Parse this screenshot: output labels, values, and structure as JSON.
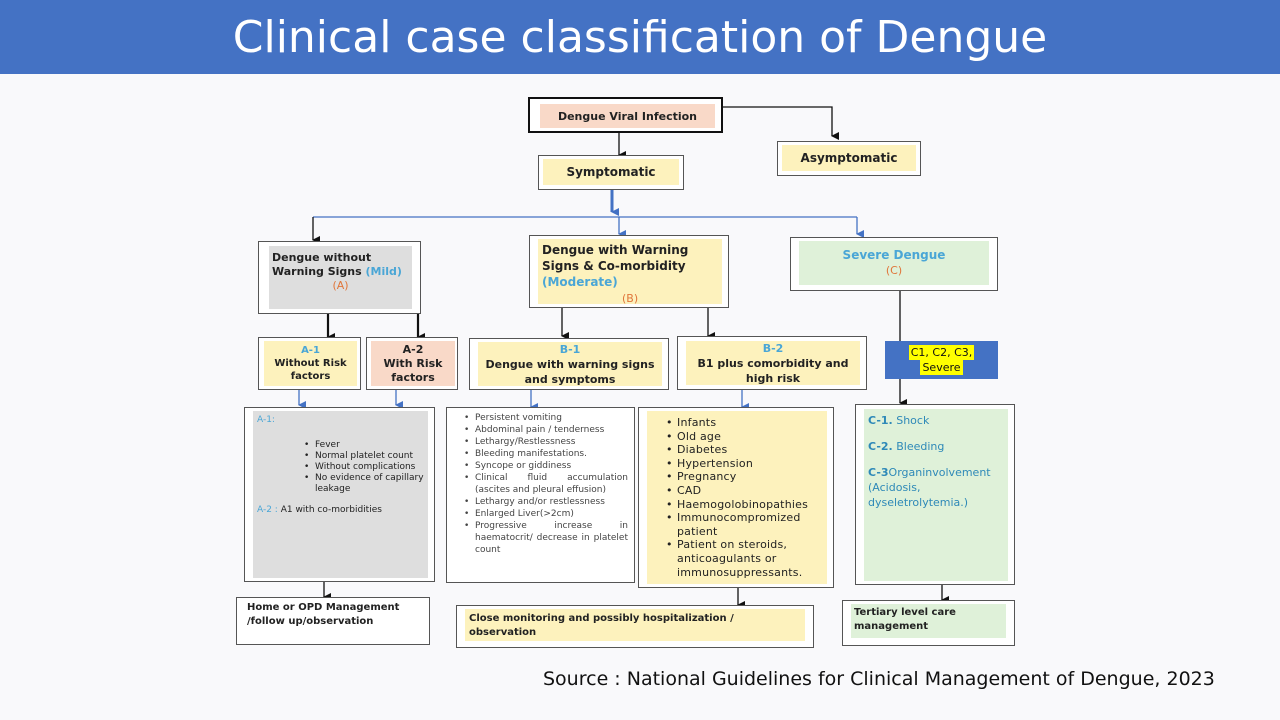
{
  "title": "Clinical case classification of Dengue",
  "source": "Source : National Guidelines for Clinical Management of Dengue, 2023",
  "colors": {
    "title_bg": "#4472c4",
    "peach": "#f9d9c8",
    "yellow": "#fdf2bd",
    "grey": "#dedede",
    "green": "#dff1d9",
    "blue_box": "#4472c4",
    "arrow_blue": "#4472c4"
  },
  "root": "Dengue Viral Infection",
  "symptomatic": "Symptomatic",
  "asymptomatic": "Asymptomatic",
  "groupA": {
    "line1": "Dengue without",
    "line2": "Warning Signs",
    "mild": "(Mild)",
    "code": "(A)"
  },
  "groupB": {
    "line1": "Dengue with Warning",
    "line2": "Signs & Co-morbidity",
    "moderate": "(Moderate)",
    "code": "(B)"
  },
  "groupC": {
    "line1": "Severe Dengue",
    "code": "(C)"
  },
  "a1": {
    "code": "A-1",
    "text1": "Without Risk",
    "text2": "factors"
  },
  "a2": {
    "code": "A-2",
    "text1": "With Risk",
    "text2": "factors"
  },
  "b1": {
    "code": "B-1",
    "text": "Dengue with warning signs and symptoms"
  },
  "b2": {
    "code": "B-2",
    "text": "B1 plus comorbidity and high risk"
  },
  "c_sub": {
    "text1": "C1, C2, C3,",
    "text2": "Severe"
  },
  "a_detail": {
    "a1_label": "A-1:",
    "items": [
      "Fever",
      "Normal platelet count",
      "Without complications",
      "No evidence of capillary leakage"
    ],
    "a2_label": "A-2 :",
    "a2_text": "A1  with co-morbidities"
  },
  "b1_detail": [
    "Persistent vomiting",
    "Abdominal pain / tenderness",
    "Lethargy/Restlessness",
    "Bleeding manifestations.",
    "Syncope or giddiness",
    "Clinical fluid accumulation (ascites and pleural effusion)",
    "Lethargy and/or restlessness",
    "Enlarged Liver(>2cm)",
    "Progressive increase in haematocrit/ decrease in platelet count"
  ],
  "b2_detail": [
    "Infants",
    "Old age",
    "Diabetes",
    "Hypertension",
    "Pregnancy",
    "CAD",
    "Haemogolobinopathies",
    "Immunocompromized patient",
    "Patient on steroids, anticoagulants or immunosuppressants."
  ],
  "c_detail": {
    "c1_code": "C-1.",
    "c1_text": " Shock",
    "c2_code": "C-2.",
    "c2_text": " Bleeding",
    "c3_code": "C-3",
    "c3_text": "Organinvolvement",
    "c3_note": "(Acidosis, dyseletrolytemia.)"
  },
  "outcomes": {
    "a": "Home or OPD Management /follow up/observation",
    "b": "Close monitoring and possibly hospitalization / observation",
    "c": "Tertiary level care management"
  }
}
